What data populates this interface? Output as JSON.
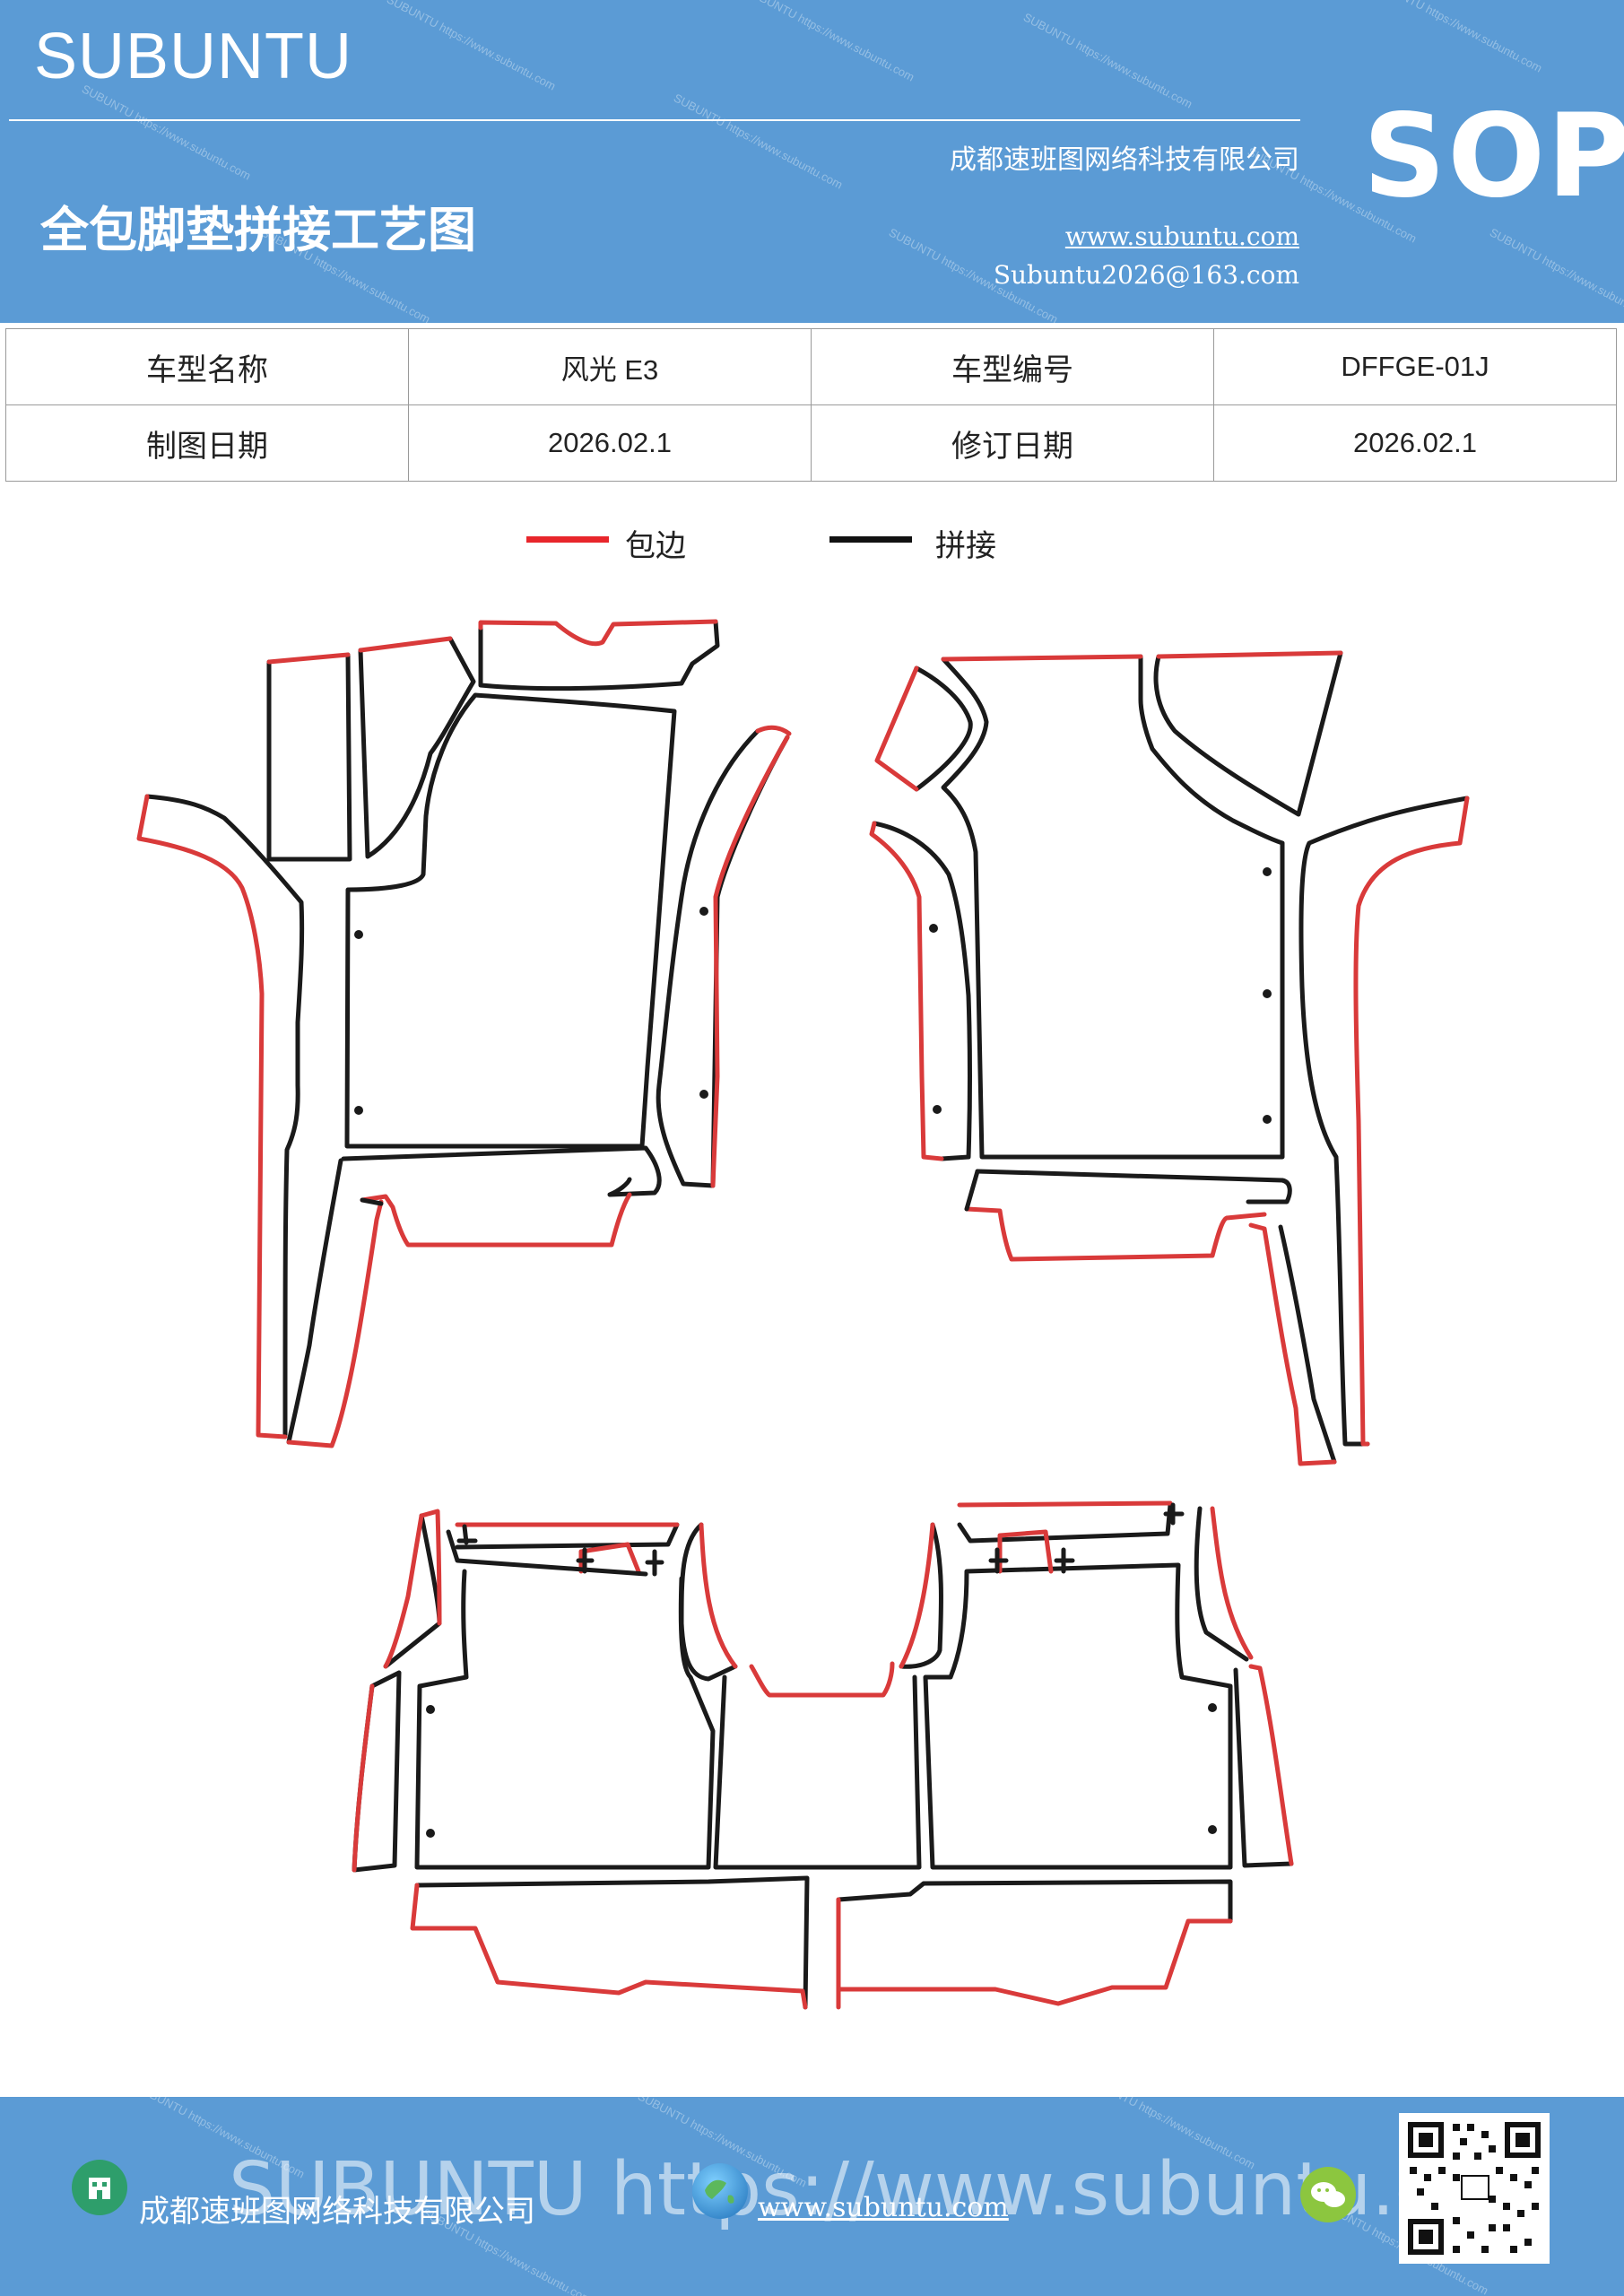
{
  "header": {
    "brand": "SUBUNTU",
    "title": "全包脚垫拼接工艺图",
    "company": "成都速班图网络科技有限公司",
    "website": "www.subuntu.com",
    "email": "Subuntu2026@163.com",
    "badge": "SOP",
    "watermark": "SUBUNTU https://www.subuntu.com"
  },
  "info_table": {
    "rows": [
      [
        {
          "label": "车型名称",
          "value": "风光 E3"
        },
        {
          "label": "车型编号",
          "value": "DFFGE-01J"
        }
      ],
      [
        {
          "label": "制图日期",
          "value": "2026.02.1"
        },
        {
          "label": "修订日期",
          "value": "2026.02.1"
        }
      ]
    ]
  },
  "legend": [
    {
      "label": "包边",
      "color": "#e8262b"
    },
    {
      "label": "拼接",
      "color": "#111111"
    }
  ],
  "colors": {
    "brand_blue": "#5b9bd5",
    "edge_red": "#d93a3a",
    "seam_black": "#1a1a1a"
  },
  "footer": {
    "company": "成都速班图网络科技有限公司",
    "website": "www.subuntu.com",
    "watermark_big": "SUBUNTU https://www.subuntu.com",
    "icons": [
      "building-icon",
      "globe-icon",
      "wechat-icon",
      "qr-code"
    ]
  }
}
